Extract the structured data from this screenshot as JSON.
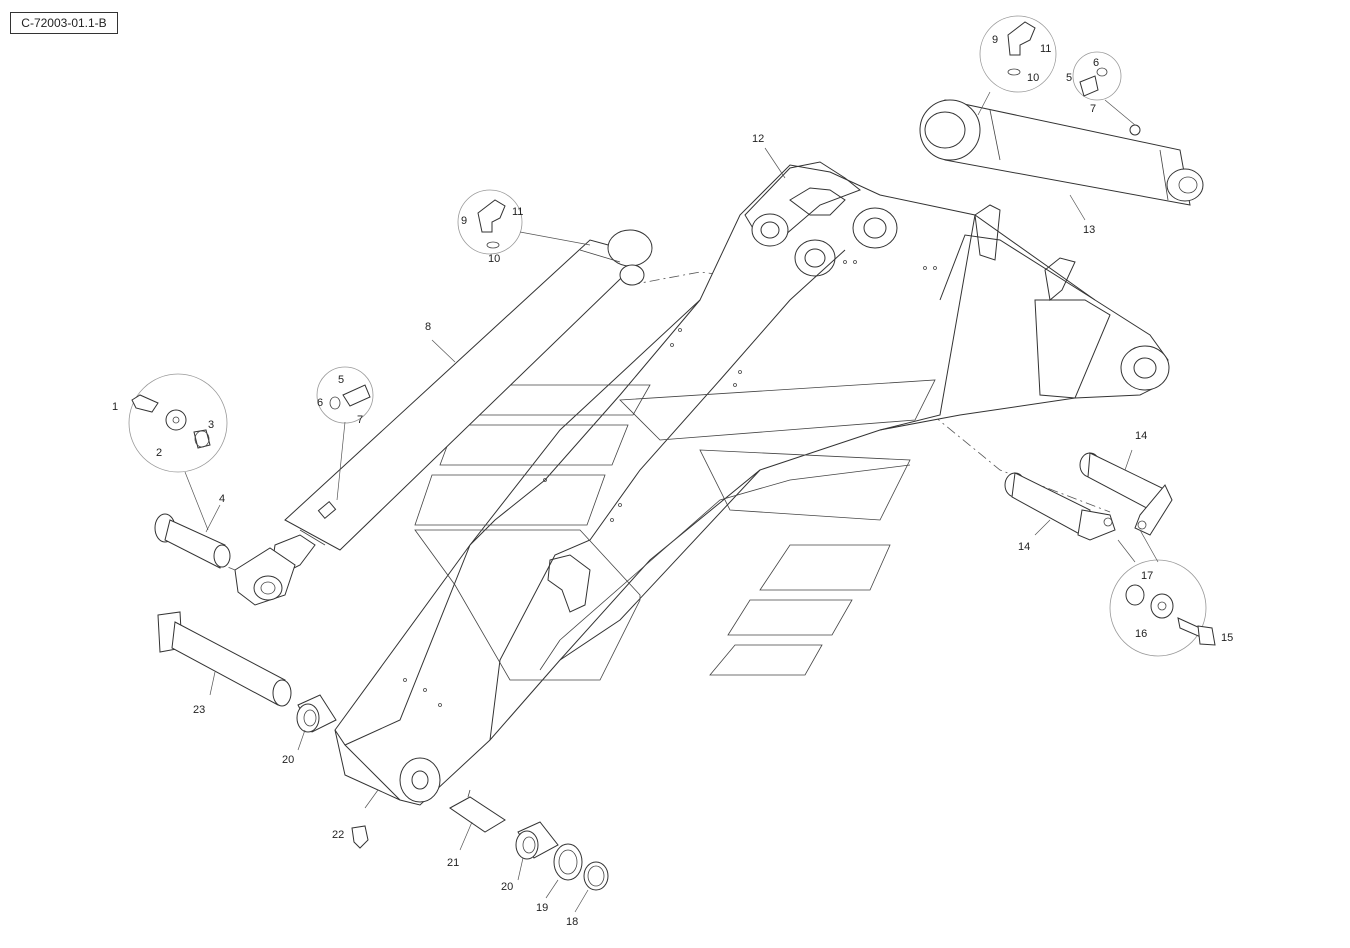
{
  "drawing": {
    "reference_code": "C-72003-01.1-B"
  },
  "callouts": [
    {
      "id": "c1",
      "label": "1"
    },
    {
      "id": "c2",
      "label": "2"
    },
    {
      "id": "c3",
      "label": "3"
    },
    {
      "id": "c4",
      "label": "4"
    },
    {
      "id": "c5a",
      "label": "5"
    },
    {
      "id": "c6a",
      "label": "6"
    },
    {
      "id": "c7a",
      "label": "7"
    },
    {
      "id": "c8",
      "label": "8"
    },
    {
      "id": "c9a",
      "label": "9"
    },
    {
      "id": "c10a",
      "label": "10"
    },
    {
      "id": "c11a",
      "label": "11"
    },
    {
      "id": "c12",
      "label": "12"
    },
    {
      "id": "c9b",
      "label": "9"
    },
    {
      "id": "c10b",
      "label": "10"
    },
    {
      "id": "c11b",
      "label": "11"
    },
    {
      "id": "c5b",
      "label": "5"
    },
    {
      "id": "c6b",
      "label": "6"
    },
    {
      "id": "c7b",
      "label": "7"
    },
    {
      "id": "c13",
      "label": "13"
    },
    {
      "id": "c14a",
      "label": "14"
    },
    {
      "id": "c14b",
      "label": "14"
    },
    {
      "id": "c15",
      "label": "15"
    },
    {
      "id": "c16",
      "label": "16"
    },
    {
      "id": "c17",
      "label": "17"
    },
    {
      "id": "c18",
      "label": "18"
    },
    {
      "id": "c19",
      "label": "19"
    },
    {
      "id": "c20a",
      "label": "20"
    },
    {
      "id": "c20b",
      "label": "20"
    },
    {
      "id": "c21",
      "label": "21"
    },
    {
      "id": "c22",
      "label": "22"
    },
    {
      "id": "c23",
      "label": "23"
    }
  ]
}
